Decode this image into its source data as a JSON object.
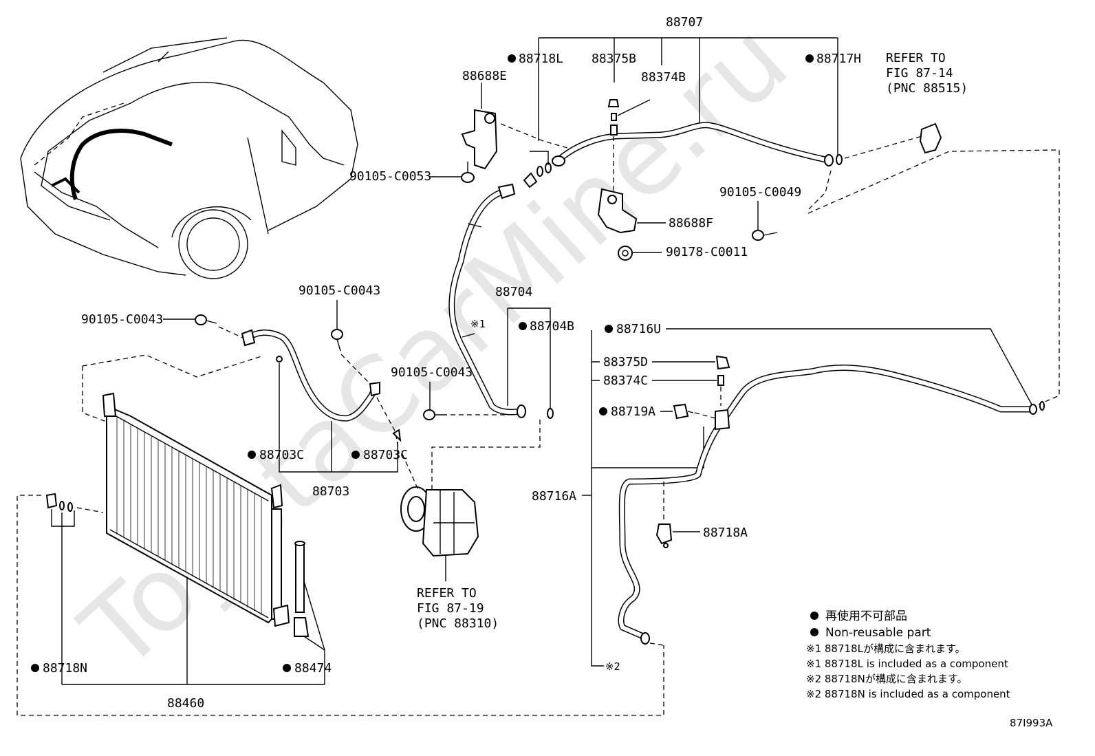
{
  "watermark": "ToyotaCarMine.ru",
  "figure_code": "87I993A",
  "top_group": "88707",
  "parts": {
    "p88718L": "88718L",
    "p88375B": "88375B",
    "p88374B": "88374B",
    "p88717H": "88717H",
    "p88688E": "88688E",
    "p90105_C0053": "90105-C0053",
    "p90105_C0049": "90105-C0049",
    "p88688F": "88688F",
    "p90178_C0011": "90178-C0011",
    "p90105_C0043_a": "90105-C0043",
    "p90105_C0043_b": "90105-C0043",
    "p90105_C0043_c": "90105-C0043",
    "p88704": "88704",
    "p88704B": "88704B",
    "p88716U": "88716U",
    "p88375D": "88375D",
    "p88374C": "88374C",
    "p88719A": "88719A",
    "p88716A": "88716A",
    "p88718A": "88718A",
    "p88703C_a": "88703C",
    "p88703C_b": "88703C",
    "p88703": "88703",
    "p88718N": "88718N",
    "p88474": "88474",
    "p88460": "88460"
  },
  "refs": {
    "ref1": [
      "REFER TO",
      "FIG 87-14",
      "(PNC 88515)"
    ],
    "ref2": [
      "REFER TO",
      "FIG 87-19",
      "(PNC 88310)"
    ]
  },
  "marks": {
    "m1": "※1",
    "m2": "※2"
  },
  "legend": {
    "jp_nonreusable": "再使用不可部品",
    "en_nonreusable": "Non-reusable part",
    "note1_jp": "※1 88718Lが構成に含まれます。",
    "note1_en": "※1 88718L is included as a component",
    "note2_jp": "※2 88718Nが構成に含まれます。",
    "note2_en": "※2 88718N is included as a component"
  }
}
